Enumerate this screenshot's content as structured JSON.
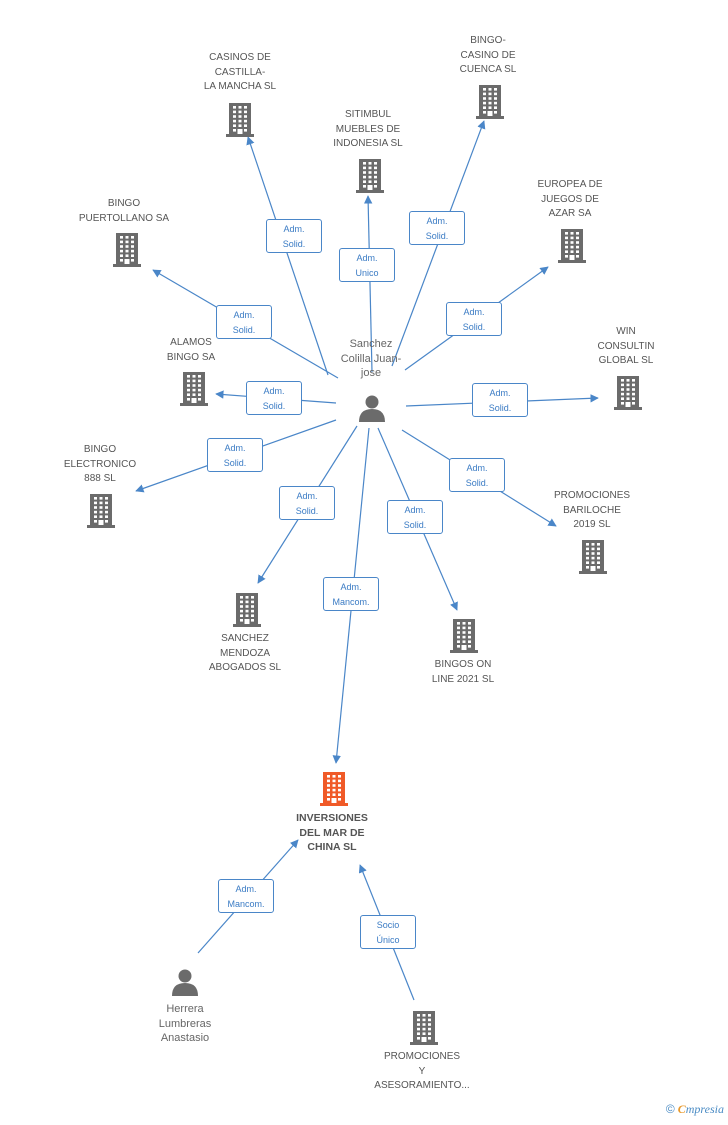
{
  "colors": {
    "edge": "#4a86c8",
    "building": "#6b6b6b",
    "focus": "#f05a28",
    "person": "#6b6b6b"
  },
  "nodes": [
    {
      "id": "center",
      "kind": "person",
      "label": "Sanchez\nColilla Juan-\njose"
    },
    {
      "id": "casinos",
      "kind": "company",
      "label": "CASINOS DE\nCASTILLA-\nLA MANCHA  SL"
    },
    {
      "id": "sitimbul",
      "kind": "company",
      "label": "SITIMBUL\nMUEBLES DE\nINDONESIA SL"
    },
    {
      "id": "bingocuenca",
      "kind": "company",
      "label": "BINGO-\nCASINO DE\nCUENCA SL"
    },
    {
      "id": "europea",
      "kind": "company",
      "label": "EUROPEA DE\nJUEGOS DE\nAZAR SA"
    },
    {
      "id": "puertollano",
      "kind": "company",
      "label": "BINGO\nPUERTOLLANO SA"
    },
    {
      "id": "alamos",
      "kind": "company",
      "label": "ALAMOS\nBINGO SA"
    },
    {
      "id": "win",
      "kind": "company",
      "label": "WIN\nCONSULTIN\nGLOBAL SL"
    },
    {
      "id": "electronico",
      "kind": "company",
      "label": "BINGO\nELECTRONICO\n888 SL"
    },
    {
      "id": "bariloche",
      "kind": "company",
      "label": "PROMOCIONES\nBARILOCHE\n2019 SL"
    },
    {
      "id": "sanchezmendoza",
      "kind": "company",
      "label": "SANCHEZ\nMENDOZA\nABOGADOS SL"
    },
    {
      "id": "bingosonline",
      "kind": "company",
      "label": "BINGOS ON\nLINE 2021 SL"
    },
    {
      "id": "inversiones",
      "kind": "focus",
      "label": "INVERSIONES\nDEL MAR DE\nCHINA SL"
    },
    {
      "id": "herrera",
      "kind": "person",
      "label": "Herrera\nLumbreras\nAnastasio"
    },
    {
      "id": "promociones",
      "kind": "company",
      "label": "PROMOCIONES\nY\nASESORAMIENTO..."
    }
  ],
  "edges": [
    {
      "from": "center",
      "to": "casinos",
      "label": "Adm.\nSolid."
    },
    {
      "from": "center",
      "to": "sitimbul",
      "label": "Adm.\nUnico"
    },
    {
      "from": "center",
      "to": "bingocuenca",
      "label": "Adm.\nSolid."
    },
    {
      "from": "center",
      "to": "europea",
      "label": "Adm.\nSolid."
    },
    {
      "from": "center",
      "to": "puertollano",
      "label": "Adm.\nSolid."
    },
    {
      "from": "center",
      "to": "alamos",
      "label": "Adm.\nSolid."
    },
    {
      "from": "center",
      "to": "win",
      "label": "Adm.\nSolid."
    },
    {
      "from": "center",
      "to": "electronico",
      "label": "Adm.\nSolid."
    },
    {
      "from": "center",
      "to": "bariloche",
      "label": "Adm.\nSolid."
    },
    {
      "from": "center",
      "to": "sanchezmendoza",
      "label": "Adm.\nSolid."
    },
    {
      "from": "center",
      "to": "bingosonline",
      "label": "Adm.\nSolid."
    },
    {
      "from": "center",
      "to": "inversiones",
      "label": "Adm.\nMancom."
    },
    {
      "from": "herrera",
      "to": "inversiones",
      "label": "Adm.\nMancom."
    },
    {
      "from": "promociones",
      "to": "inversiones",
      "label": "Socio\nÚnico"
    }
  ],
  "footer": {
    "copyright": "©",
    "brand_first": "C",
    "brand_rest": "mpresia"
  }
}
